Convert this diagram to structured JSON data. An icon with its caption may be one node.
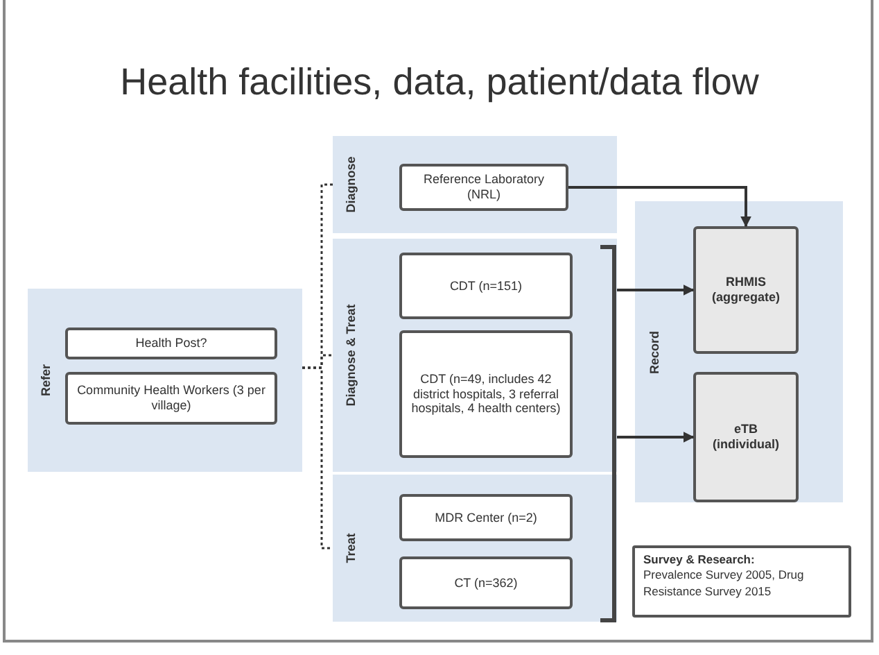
{
  "diagram": {
    "title": "Health facilities, data, patient/data flow",
    "nodes": [
      {
        "text": [
          "Refer"
        ]
      },
      {
        "text": [
          "Health Post?"
        ],
        "in": 0
      },
      {
        "text": [
          "Community Health Workers (3 per village)"
        ],
        "in": 0
      },
      {
        "text": [
          "Diagnose"
        ]
      },
      {
        "text": [
          "Reference Laboratory (NRL)"
        ],
        "in": 3
      },
      {
        "text": [
          "Diagnose & Treat"
        ]
      },
      {
        "text": [
          "CDT (n=151)"
        ],
        "in": 5
      },
      {
        "text": [
          "CDT (n=49, includes 42 district hospitals, 3 referral hospitals, 4 health centers)"
        ],
        "in": 5
      },
      {
        "text": [
          "Treat"
        ]
      },
      {
        "text": [
          "MDR Center (n=2)"
        ],
        "in": 8
      },
      {
        "text": [
          "CT (n=362)"
        ],
        "in": 8
      },
      {
        "text": [
          "Record"
        ]
      },
      {
        "text": [
          "RHMIS (aggregate)"
        ],
        "in": 11
      },
      {
        "text": [
          "eTB (individual)"
        ],
        "in": 11
      },
      {
        "text": [
          "Survey & Research:",
          "Prevalence Survey 2005, Drug Resistance Survey 2015"
        ]
      }
    ],
    "edges": [
      {
        "from": 0,
        "to": 3,
        "arrow": "none",
        "style": "dashed"
      },
      {
        "from": 0,
        "to": 5,
        "arrow": "none",
        "style": "dashed"
      },
      {
        "from": 0,
        "to": 8,
        "arrow": "none",
        "style": "dashed"
      },
      {
        "from": 4,
        "to": 12,
        "arrow": "to"
      },
      {
        "from": 5,
        "to": 12,
        "arrow": "to"
      },
      {
        "from": 5,
        "to": 13,
        "arrow": "to"
      }
    ]
  }
}
